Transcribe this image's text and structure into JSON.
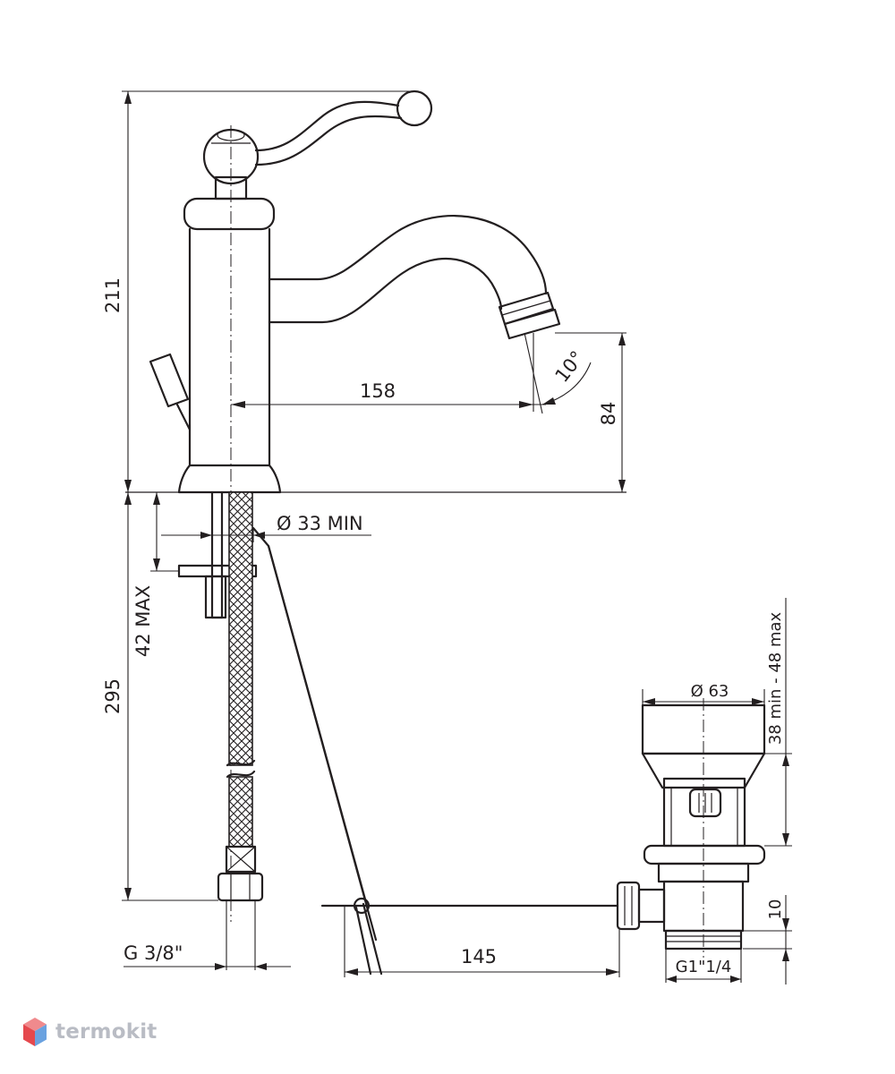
{
  "dimensions": {
    "height_total": "211",
    "spout_reach": "158",
    "spout_height": "84",
    "angle": "10°",
    "hole_diameter": "Ø 33 MIN",
    "max_thickness": "42 MAX",
    "hose_length": "295",
    "connection": "G  3/8\"",
    "rod_length": "145",
    "waste_diameter": "Ø 63",
    "waste_range": "38 min - 48 max",
    "waste_offset": "10",
    "waste_thread": "G1\"1/4"
  },
  "watermark": {
    "brand": "termokit",
    "logo_icon": "hexagon-cube-icon"
  },
  "colors": {
    "line": "#231f20",
    "watermark_gray": "#b9bcc4",
    "watermark_red": "#e5484d",
    "watermark_blue": "#6aa2e0"
  }
}
